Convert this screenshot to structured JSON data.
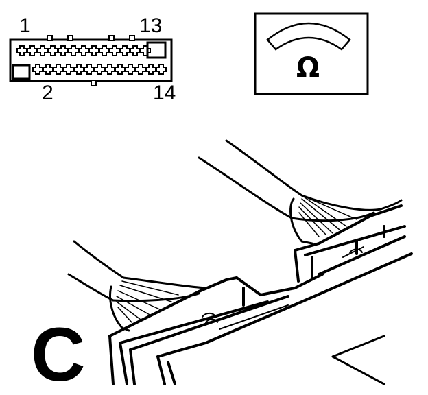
{
  "connector": {
    "pin_top_left": "1",
    "pin_top_right": "13",
    "pin_bottom_left": "2",
    "pin_bottom_right": "14"
  },
  "meter": {
    "icon": "ohmmeter-icon",
    "symbol": "Ω"
  },
  "view": {
    "letter": "C"
  }
}
